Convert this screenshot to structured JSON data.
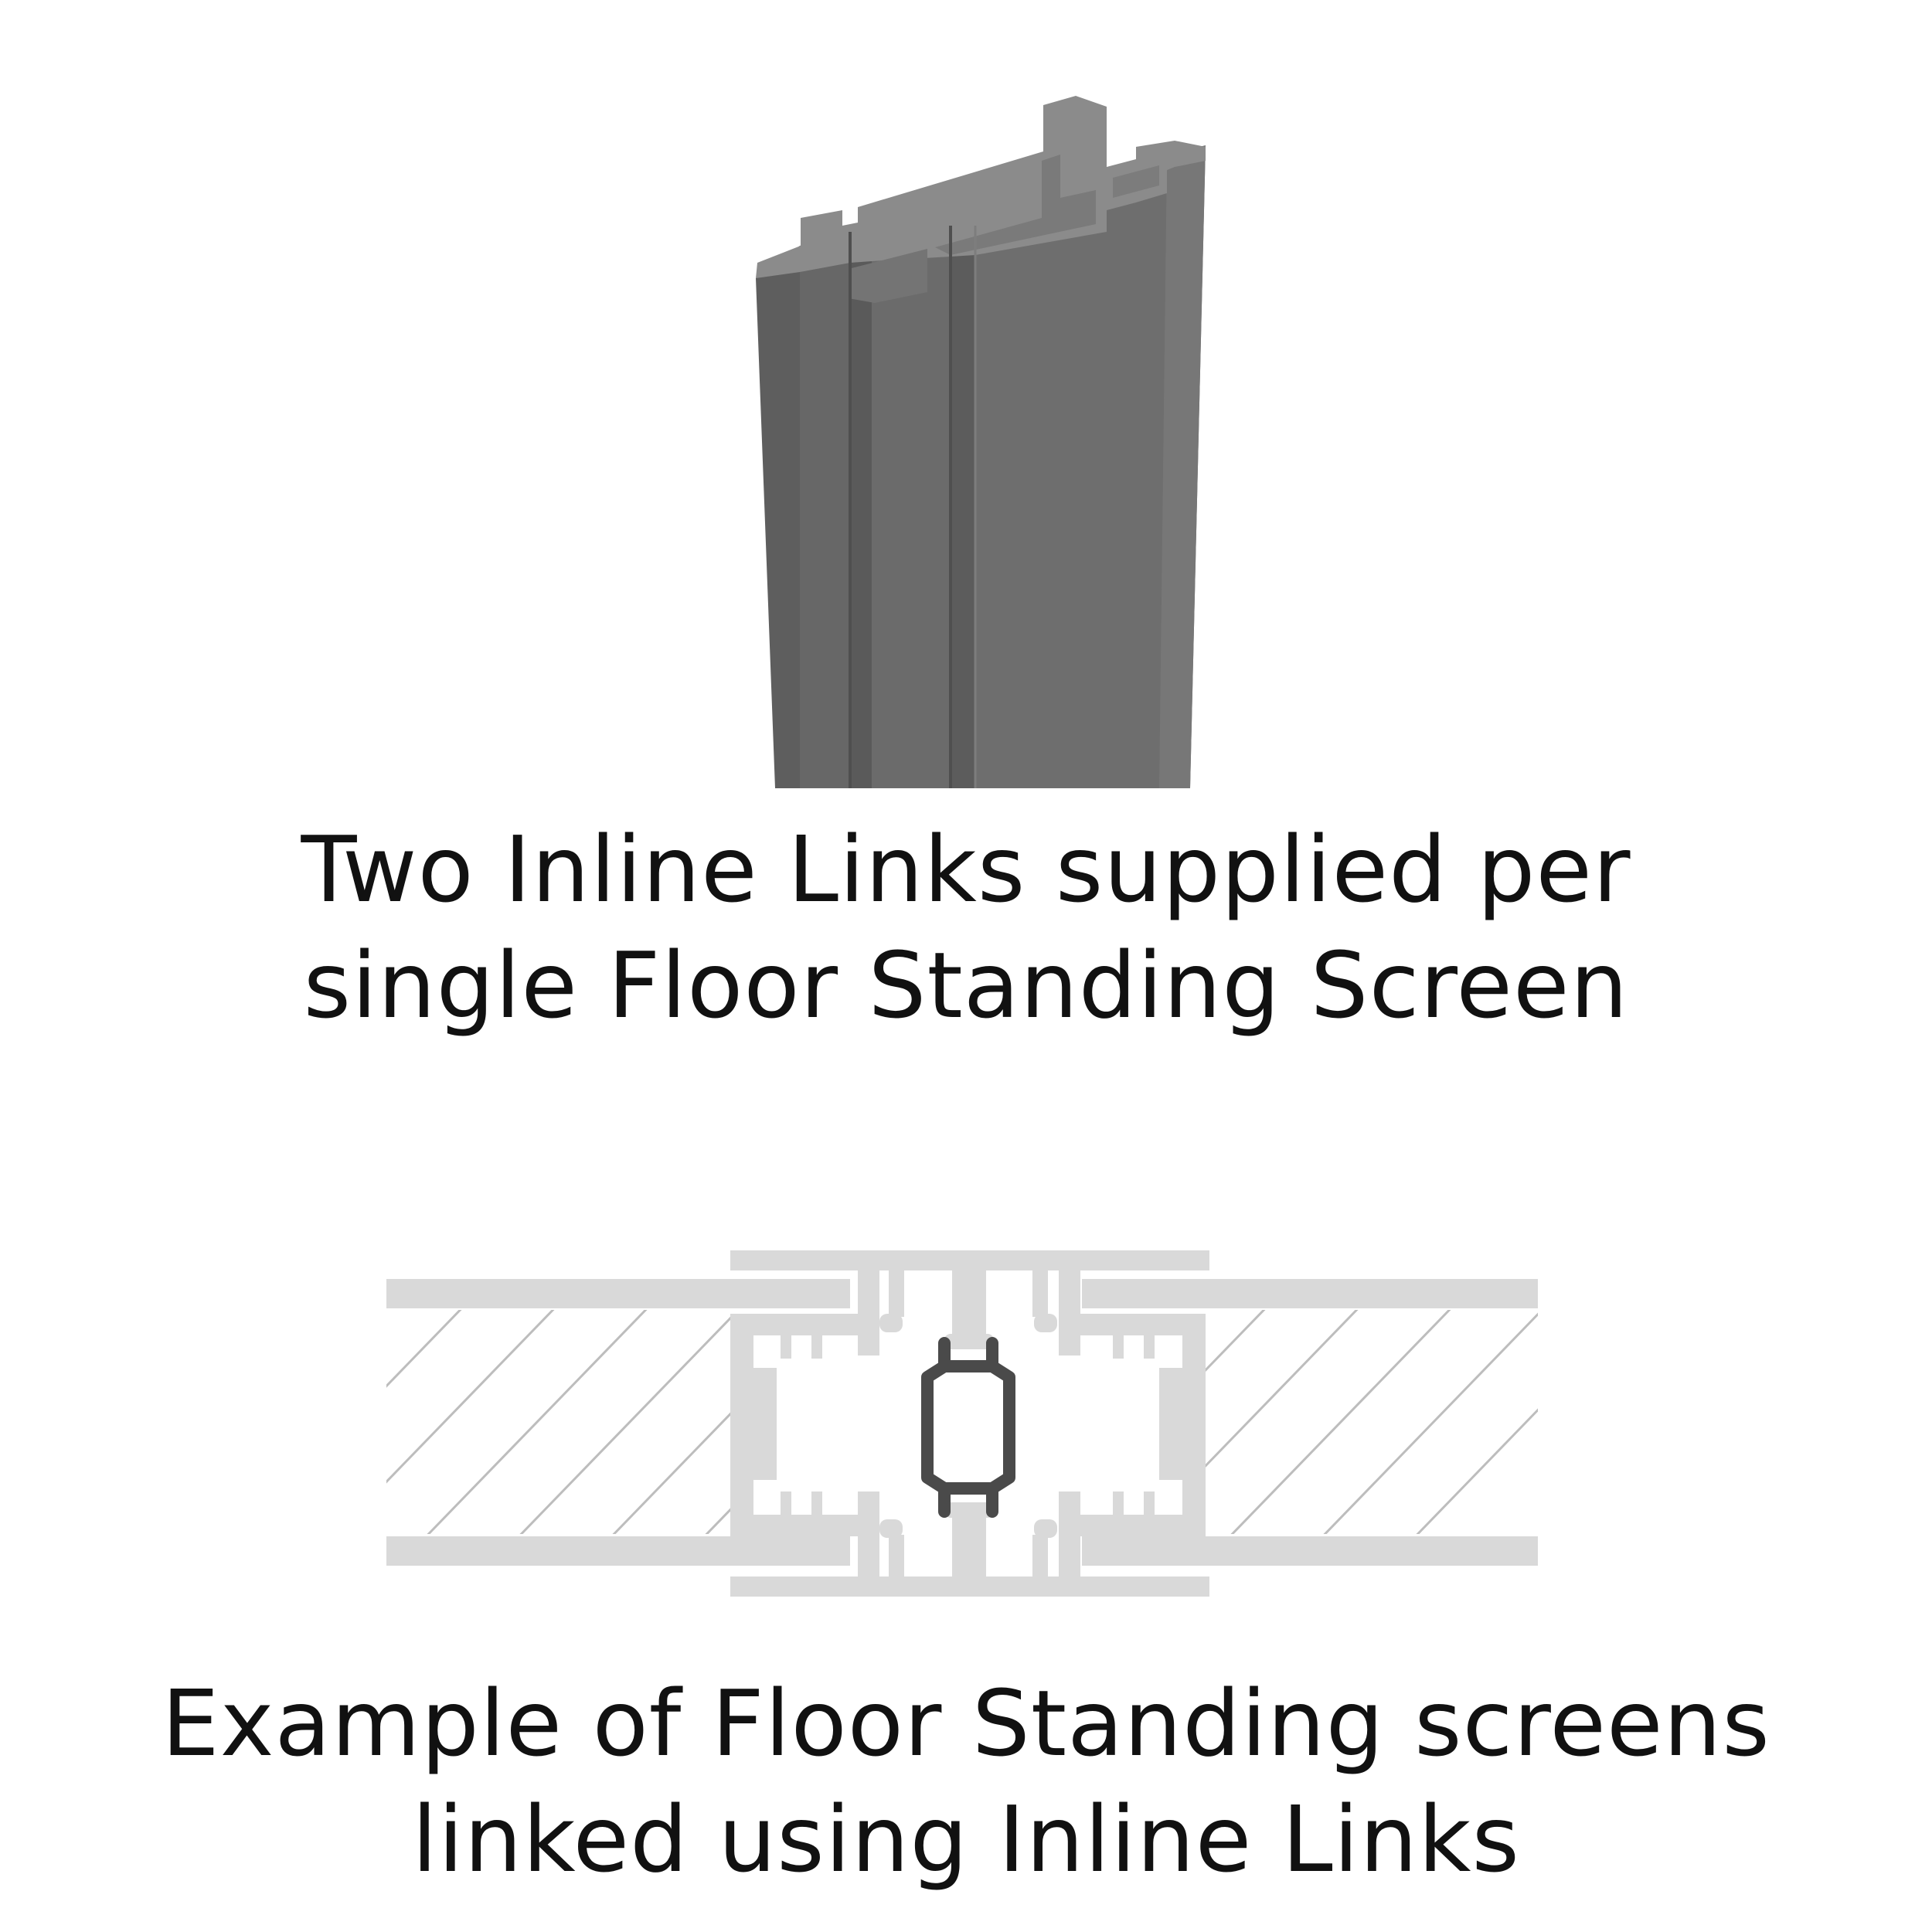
{
  "captions": {
    "top": [
      "Two Inline Links supplied per",
      "single Floor Standing Screen"
    ],
    "bottom": [
      "Example of Floor Standing screens",
      "linked using Inline Links"
    ]
  },
  "colors": {
    "link_profile": "#6f6f6f",
    "link_profile_highlight": "#8a8a8a",
    "link_profile_shadow": "#5b5b5b",
    "section_frame": "#d9d9d9",
    "hatch": "#bdbdbd",
    "inline_link": "#4a4a4a",
    "text": "#111111"
  }
}
